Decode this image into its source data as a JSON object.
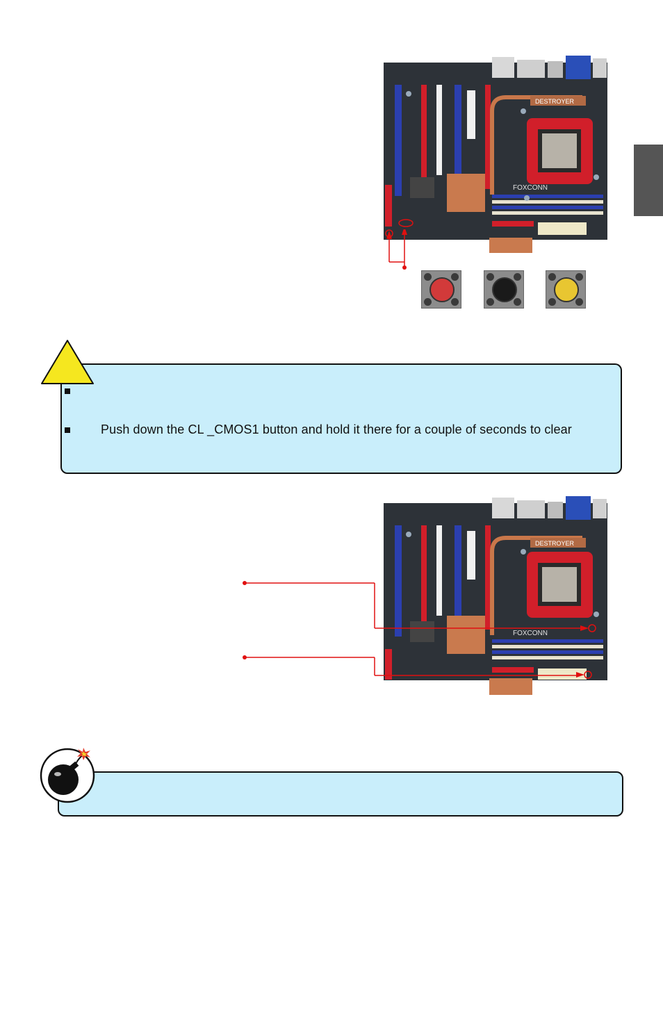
{
  "page": {
    "side_tab_color": "#555555"
  },
  "board_top": {
    "name": "motherboard-photo-top",
    "brand_text": "FOXCONN",
    "series_text": "DESTROYER"
  },
  "board_bottom": {
    "name": "motherboard-photo-bottom",
    "brand_text": "FOXCONN",
    "series_text": "DESTROYER"
  },
  "buttons": [
    {
      "name": "red-button",
      "color": "#d23a3a"
    },
    {
      "name": "black-button",
      "color": "#1a1a1a"
    },
    {
      "name": "yellow-button",
      "color": "#e8c631"
    }
  ],
  "caution_note": {
    "icon": "warning-triangle-icon",
    "line2": "Push down the CL   _CMOS1 button and hold it there for a couple of seconds to clear"
  },
  "warning_note": {
    "icon": "bomb-icon"
  },
  "colors": {
    "note_bg": "#c9eefb",
    "pointer_red": "#e01010",
    "warning_yellow": "#f5e71f"
  }
}
